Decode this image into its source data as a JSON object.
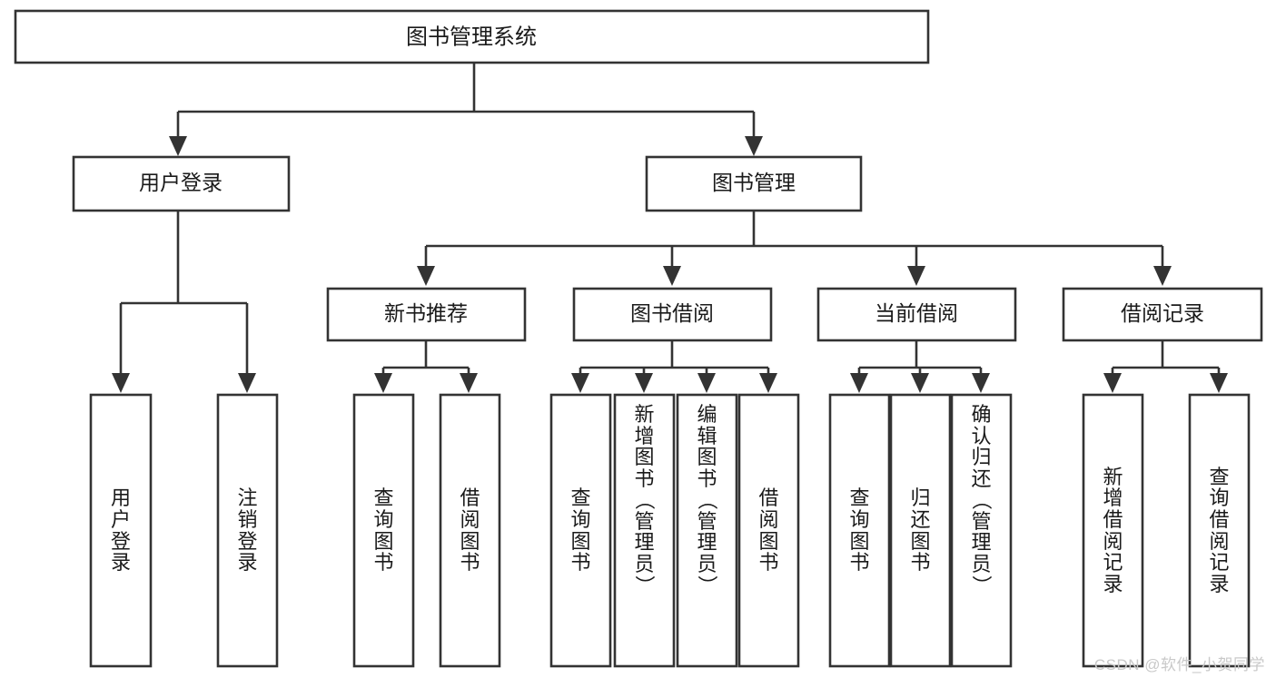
{
  "diagram": {
    "title": "图书管理系统",
    "type": "tree-hierarchy",
    "theme": {
      "background": "#ffffff",
      "box_fill": "#ffffff",
      "box_stroke": "#333333",
      "text_color": "#1a1a1a",
      "watermark_color": "#c9c9c9"
    },
    "root": {
      "label": "图书管理系统"
    },
    "level2": [
      {
        "label": "用户登录"
      },
      {
        "label": "图书管理"
      }
    ],
    "level3": [
      {
        "label": "新书推荐"
      },
      {
        "label": "图书借阅"
      },
      {
        "label": "当前借阅"
      },
      {
        "label": "借阅记录"
      }
    ],
    "leaves": {
      "user_login": [
        {
          "label": "用户登录"
        },
        {
          "label": "注销登录"
        }
      ],
      "new_book": [
        {
          "label": "查询图书"
        },
        {
          "label": "借阅图书"
        }
      ],
      "book_borrow": [
        {
          "label": "查询图书"
        },
        {
          "label": "新增图书（管理员）"
        },
        {
          "label": "编辑图书（管理员）"
        },
        {
          "label": "借阅图书"
        }
      ],
      "current_borrow": [
        {
          "label": "查询图书"
        },
        {
          "label": "归还图书"
        },
        {
          "label": "确认归还（管理员）"
        }
      ],
      "borrow_record": [
        {
          "label": "新增借阅记录"
        },
        {
          "label": "查询借阅记录"
        }
      ]
    },
    "watermark": "CSDN @软件_小贺同学"
  }
}
